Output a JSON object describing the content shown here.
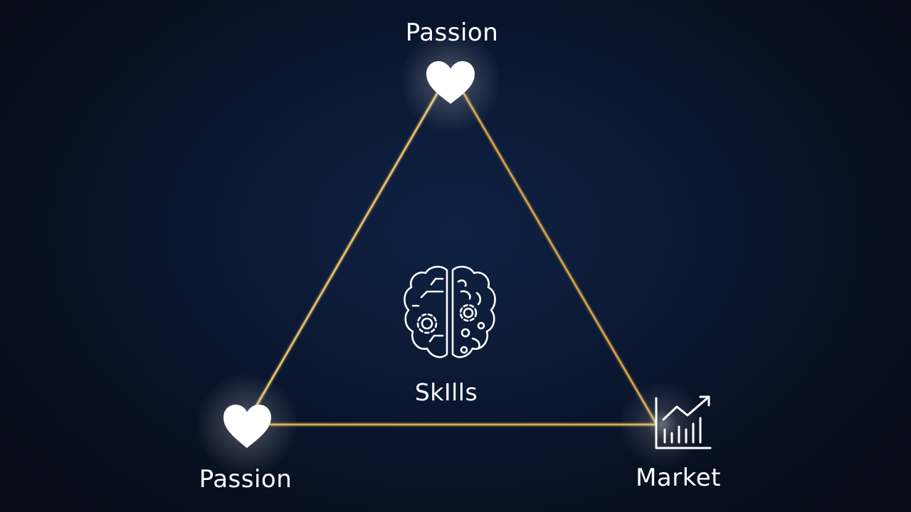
{
  "nodes": {
    "top": {
      "label": "Passion",
      "icon": "heart-icon"
    },
    "left": {
      "label": "Passion",
      "icon": "heart-icon"
    },
    "right": {
      "label": "Market",
      "icon": "growth-chart-icon"
    },
    "center": {
      "label": "SkIlls",
      "icon": "brain-icon"
    }
  },
  "colors": {
    "background": "#0b1731",
    "edge": "#d9ad4b",
    "icon": "#ffffff",
    "text": "#ffffff"
  }
}
